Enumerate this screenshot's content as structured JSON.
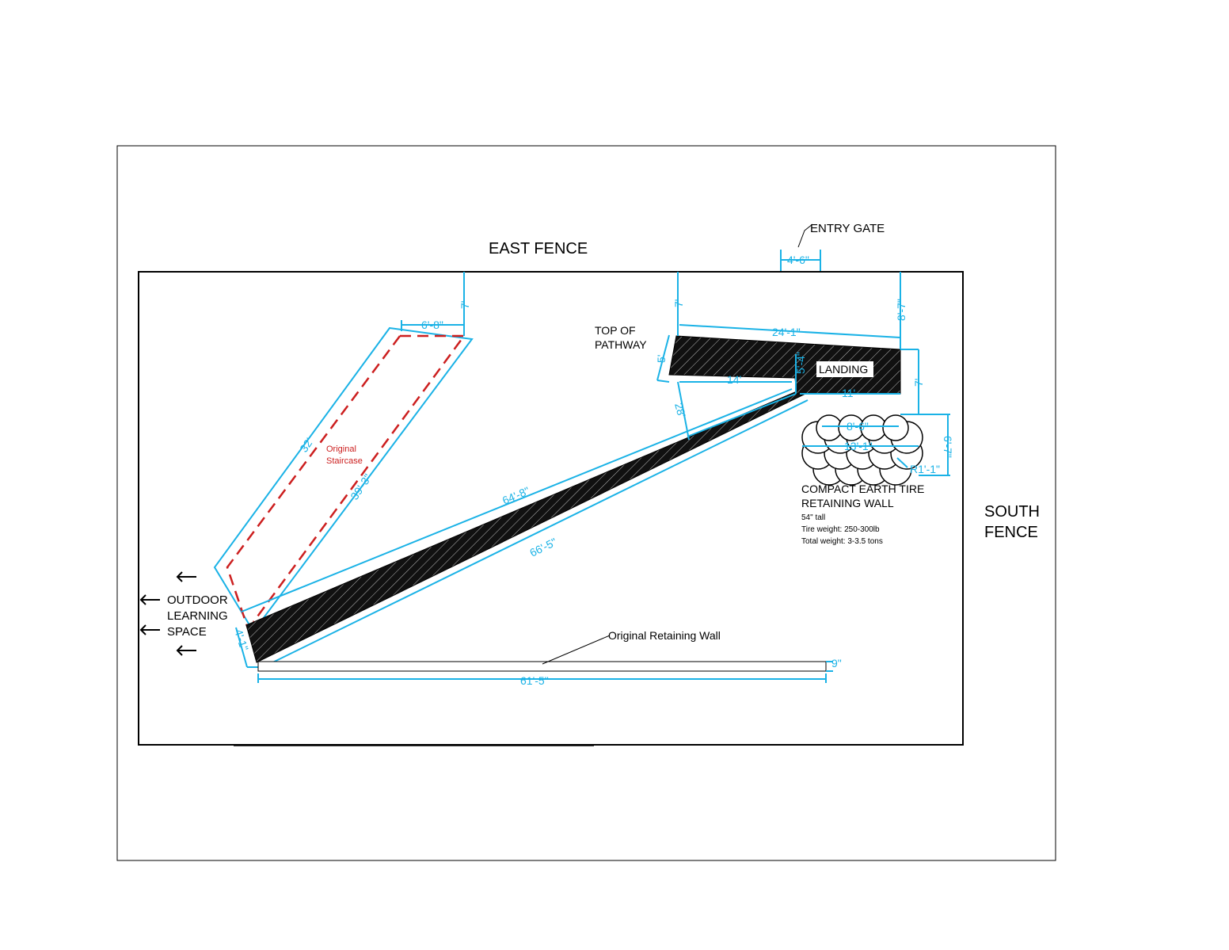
{
  "labels": {
    "east_fence": "EAST FENCE",
    "south_fence_1": "SOUTH",
    "south_fence_2": "FENCE",
    "entry_gate": "ENTRY GATE",
    "top_of_pathway_1": "TOP OF",
    "top_of_pathway_2": "PATHWAY",
    "landing": "LANDING",
    "outdoor_1": "OUTDOOR",
    "outdoor_2": "LEARNING",
    "outdoor_3": "SPACE",
    "original_retaining_wall": "Original Retaining Wall",
    "original_staircase_1": "Original",
    "original_staircase_2": "Staircase",
    "tire_wall_1": "COMPACT EARTH TIRE",
    "tire_wall_2": "RETAINING WALL",
    "tire_note_1": "54\" tall",
    "tire_note_2": "Tire weight: 250-300lb",
    "tire_note_3": "Total weight: 3-3.5 tons"
  },
  "dimensions": {
    "gate": "4'-6\"",
    "stair_top": "6'-8\"",
    "stair_offset": "7'",
    "stair_left": "32'",
    "stair_right": "39'-3\"",
    "path_top_offset": "7'",
    "landing_top_offset": "8'-7\"",
    "top_width": "24'-1\"",
    "top_left": "5'",
    "inner_14": "14'",
    "landing_h": "5'-4\"",
    "landing_w": "11'",
    "landing_side": "7'",
    "upper_28": "28'",
    "ramp_upper": "64'-8\"",
    "ramp_lower": "66'-5\"",
    "ramp_end": "4'-1\"",
    "wall_length": "61'-5\"",
    "wall_thickness": "9\"",
    "tire_w1": "8'-6\"",
    "tire_w2": "13'-1\"",
    "tire_h": "6'-7\"",
    "tire_r": "R1'-1\""
  },
  "colors": {
    "dimension": "#1ab2e6",
    "staircase": "#cc1f1f",
    "fill": "#111111"
  }
}
